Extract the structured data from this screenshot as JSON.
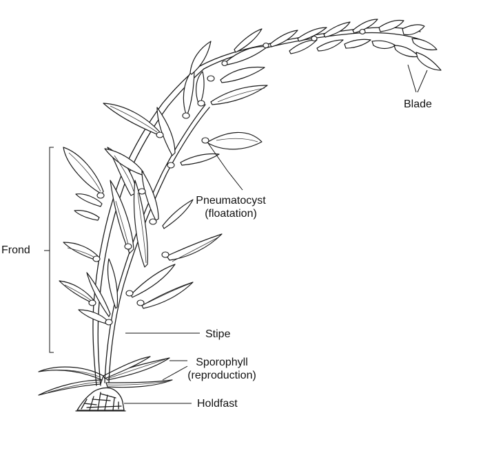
{
  "diagram": {
    "labels": {
      "blade": "Blade",
      "pneumatocyst_line1": "Pneumatocyst",
      "pneumatocyst_line2": "(floatation)",
      "frond": "Frond",
      "stipe": "Stipe",
      "sporophyll_line1": "Sporophyll",
      "sporophyll_line2": "(reproduction)",
      "holdfast": "Holdfast"
    },
    "colors": {
      "ink": "#1a1a1a",
      "background": "#ffffff"
    }
  }
}
